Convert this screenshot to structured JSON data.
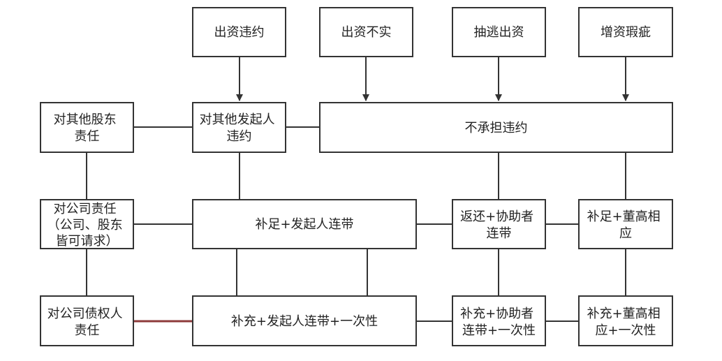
{
  "boxes": {
    "capital_breach": "出资违约",
    "capital_unreal": "出资不实",
    "withdraw_capital": "抽逃出资",
    "increase_defect": "增资瑕疵",
    "to_other_shareholders": [
      "对其他股东",
      "责任"
    ],
    "to_other_promoters": [
      "对其他发起人",
      "违约"
    ],
    "no_breach_liability": "不承担违约",
    "to_company": [
      "对公司责任",
      "（公司、股东",
      "皆可请求）"
    ],
    "make_up_promoters_joint": "补足+发起人连带",
    "return_assistant_joint": [
      "返还+协助者",
      "连带"
    ],
    "make_up_directors": [
      "补足+董高相",
      "应"
    ],
    "to_creditors": [
      "对公司债权人",
      "责任"
    ],
    "supplement_promoters_joint_once": "补充+发起人连带+一次性",
    "supplement_assistant_joint_once": [
      "补充+协助者",
      "连带+一次性"
    ],
    "supplement_directors_once": [
      "补充+董高相",
      "应+一次性"
    ]
  }
}
